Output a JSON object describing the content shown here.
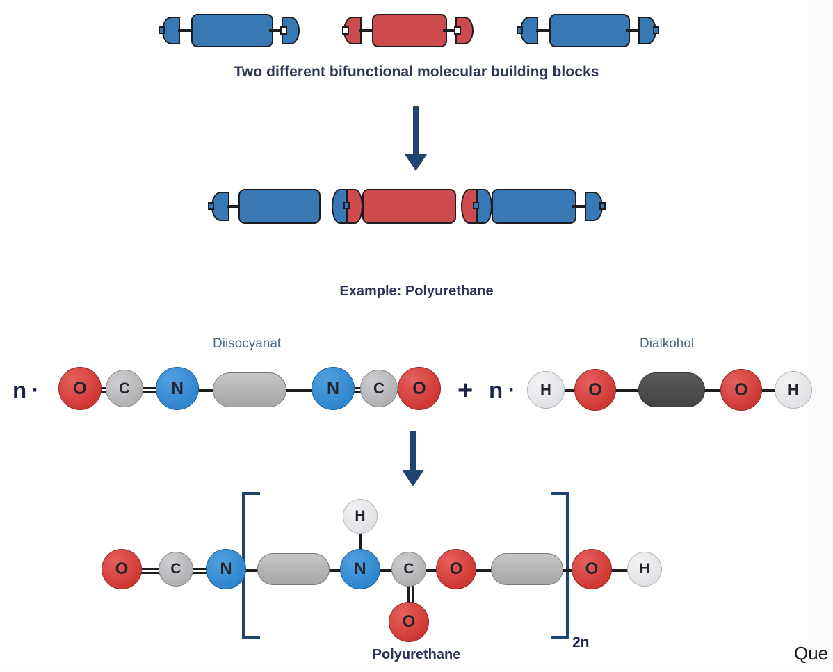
{
  "title": "Polycondensation / Polyurethane formation schematic",
  "captions": {
    "blocks": "Two different bifunctional molecular building blocks",
    "example": "Example: Polyurethane",
    "product": "Polyurethane"
  },
  "corner_text": "Que",
  "colors": {
    "block_blue": "#3778b5",
    "block_red": "#cc4b4f",
    "caption_navy": "#2e3358",
    "label_slate": "#4a6785",
    "arrow_navy": "#1e4570",
    "atom_oxygen": "#d03733",
    "atom_carbon": "#b1b1b3",
    "atom_nitrogen": "#2f86cc",
    "atom_hydrogen": "#e2e2e6",
    "capsule_light": "#b2b2b4",
    "capsule_dark": "#4c4c4e",
    "bond_black": "#1d1d1f"
  },
  "building_blocks": [
    {
      "color": "blue",
      "left_end": "plug",
      "right_end": "socket"
    },
    {
      "color": "red",
      "left_end": "socket",
      "right_end": "socket"
    },
    {
      "color": "blue",
      "left_end": "plug",
      "right_end": "plug"
    }
  ],
  "polymer_chain": {
    "segments": [
      "blue",
      "red",
      "blue"
    ],
    "joint_count": 2
  },
  "reaction": {
    "coefficient_left": "n",
    "coefficient_right": "n",
    "multiplier_dot": "·",
    "plus": "+",
    "reactants": [
      {
        "name": "Diisocyanat",
        "atoms": [
          "O",
          "C",
          "N",
          "N",
          "C",
          "O"
        ],
        "backbone": "light-capsule",
        "bonds": [
          "double",
          "double",
          "single",
          "double",
          "double"
        ]
      },
      {
        "name": "Dialkohol",
        "atoms": [
          "H",
          "O",
          "O",
          "H"
        ],
        "backbone": "dark-capsule",
        "bonds": [
          "single",
          "single",
          "single"
        ]
      }
    ],
    "product": {
      "name": "Polyurethane",
      "subscript": "2n",
      "bracket_open": "[",
      "bracket_close": "]",
      "chain_atoms": [
        "O",
        "C",
        "N",
        "N",
        "C",
        "O",
        "O",
        "H"
      ],
      "pendant_atoms": [
        {
          "label": "H",
          "attached_to": "N",
          "position": "above",
          "bond": "single"
        },
        {
          "label": "O",
          "attached_to": "C",
          "position": "below",
          "bond": "double"
        }
      ],
      "backbones": [
        "light-capsule",
        "light-capsule"
      ]
    }
  }
}
